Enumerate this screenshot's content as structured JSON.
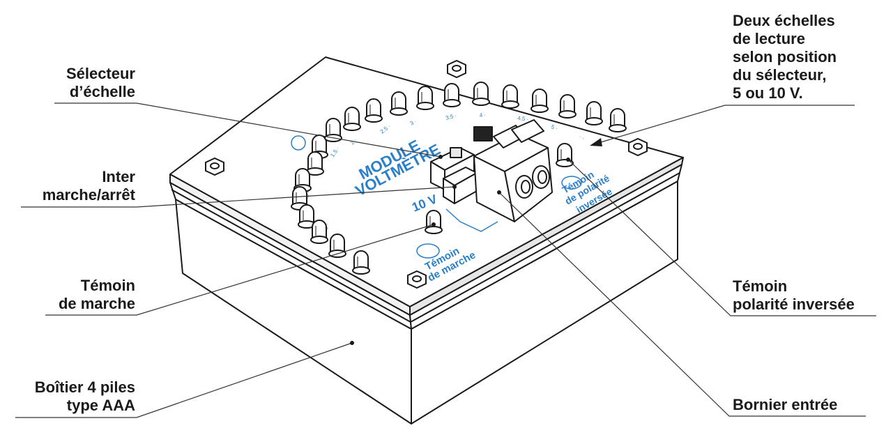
{
  "labels": {
    "selecteur": [
      "Sélecteur",
      "d’échelle"
    ],
    "inter": [
      "Inter",
      "marche/arrêt"
    ],
    "temoin_marche": [
      "Témoin",
      "de marche"
    ],
    "boitier": [
      "Boîtier 4 piles",
      "type AAA"
    ],
    "echelles": [
      "Deux échelles",
      "de lecture",
      "selon position",
      "du sélecteur,",
      "5 ou 10 V."
    ],
    "temoin_polarite": [
      "Témoin",
      "polarité inversée"
    ],
    "bornier": [
      "Bornier entrée"
    ]
  },
  "board_text": {
    "module_line1": "MODULE",
    "module_line2": "VOLTMÈTRE",
    "voltage": "10 V",
    "temoin_marche_line1": "Témoin",
    "temoin_marche_line2": "de marche",
    "temoin_pol_line1": "Témoin",
    "temoin_pol_line2": "de polarité",
    "temoin_pol_line3": "inversée"
  },
  "colors": {
    "outline": "#1a1a1a",
    "board_print": "#2a7fc9",
    "leader": "#333333"
  }
}
